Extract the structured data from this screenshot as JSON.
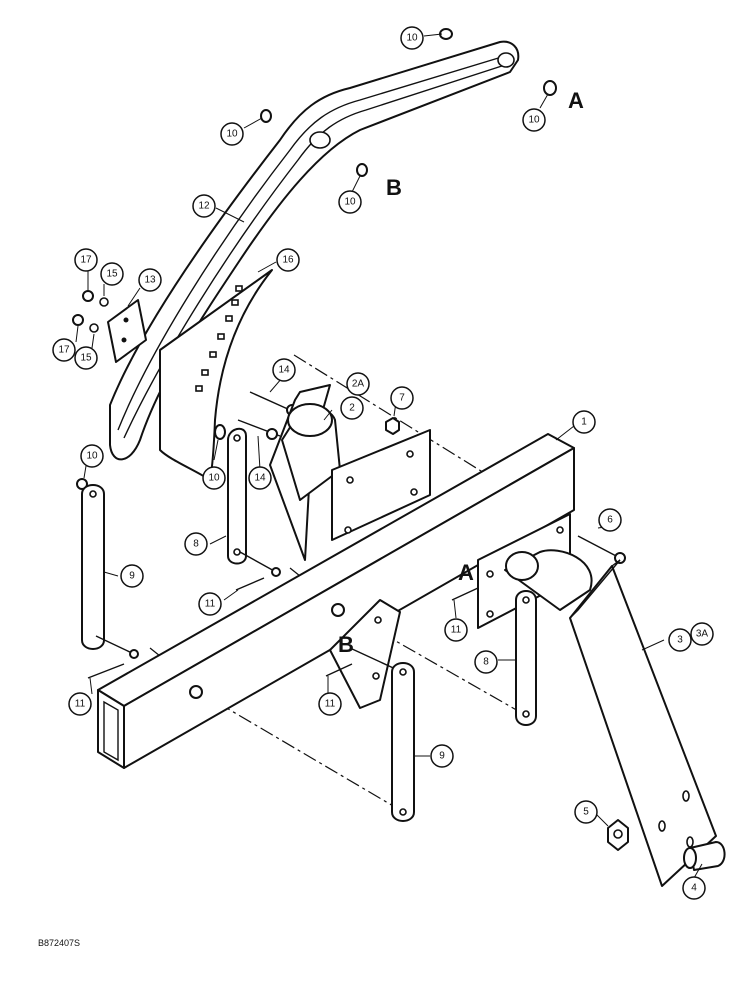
{
  "diagram_code": "B872407S",
  "callouts": [
    {
      "label": "10"
    },
    {
      "label": "10"
    },
    {
      "label": "10"
    },
    {
      "label": "10"
    },
    {
      "label": "10"
    },
    {
      "label": "10"
    },
    {
      "label": "12"
    },
    {
      "label": "16"
    },
    {
      "label": "13"
    },
    {
      "label": "17"
    },
    {
      "label": "15"
    },
    {
      "label": "17"
    },
    {
      "label": "15"
    },
    {
      "label": "14"
    },
    {
      "label": "14"
    },
    {
      "label": "2A"
    },
    {
      "label": "2"
    },
    {
      "label": "7"
    },
    {
      "label": "1"
    },
    {
      "label": "6"
    },
    {
      "label": "8"
    },
    {
      "label": "9"
    },
    {
      "label": "11"
    },
    {
      "label": "11"
    },
    {
      "label": "11"
    },
    {
      "label": "8"
    },
    {
      "label": "3"
    },
    {
      "label": "3A"
    },
    {
      "label": "11"
    },
    {
      "label": "9"
    },
    {
      "label": "5"
    },
    {
      "label": "4"
    }
  ],
  "reference_letters": [
    "A",
    "B",
    "A",
    "B"
  ]
}
